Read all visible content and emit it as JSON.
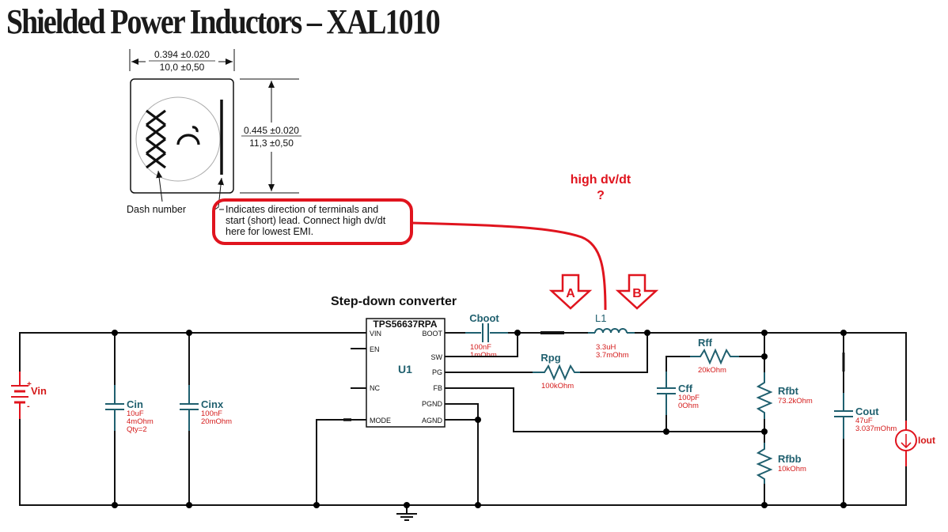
{
  "title": "Shielded Power Inductors – XAL1010",
  "drawing": {
    "width_in": "0.394 ±0.020",
    "width_mm": "10,0 ±0,50",
    "height_in": "0.445 ±0.020",
    "height_mm": "11,3 ±0,50",
    "marking_dash": "XXX",
    "marking_letter": "C",
    "dash_number_label": "Dash number",
    "note_lines": [
      "Indicates direction of terminals and",
      "start (short) lead. Connect high dv/dt",
      "here for lowest EMI."
    ]
  },
  "annotation": {
    "question_line1": "high dv/dt",
    "question_line2": "?",
    "arrow_a": "A",
    "arrow_b": "B",
    "accent_color": "#e0141e"
  },
  "schematic": {
    "heading": "Step-down converter",
    "ic": {
      "part": "TPS56637RPA",
      "ref": "U1",
      "left_pins": [
        "VIN",
        "EN",
        "NC",
        "MODE"
      ],
      "right_pins": [
        "BOOT",
        "SW",
        "PG",
        "FB",
        "PGND",
        "AGND"
      ]
    },
    "components": {
      "vin": {
        "name": "Vin",
        "plus": "+",
        "minus": "-"
      },
      "cin": {
        "name": "Cin",
        "values": [
          "10uF",
          "4mOhm",
          "Qty=2"
        ]
      },
      "cinx": {
        "name": "Cinx",
        "values": [
          "100nF",
          "20mOhm"
        ]
      },
      "cboot": {
        "name": "Cboot",
        "values": [
          "100nF",
          "1mOhm"
        ]
      },
      "l1": {
        "name": "L1",
        "values": [
          "3.3uH",
          "3.7mOhm"
        ]
      },
      "rpg": {
        "name": "Rpg",
        "values": [
          "100kOhm"
        ]
      },
      "rff": {
        "name": "Rff",
        "values": [
          "20kOhm"
        ]
      },
      "cff": {
        "name": "Cff",
        "values": [
          "100pF",
          "0Ohm"
        ]
      },
      "rfbt": {
        "name": "Rfbt",
        "values": [
          "73.2kOhm"
        ]
      },
      "rfbb": {
        "name": "Rfbb",
        "values": [
          "10kOhm"
        ]
      },
      "cout": {
        "name": "Cout",
        "values": [
          "47uF",
          "3.037mOhm"
        ]
      },
      "iout": {
        "name": "Iout"
      }
    },
    "component_color": "#1f5f6e",
    "value_color": "#d41a1a"
  }
}
